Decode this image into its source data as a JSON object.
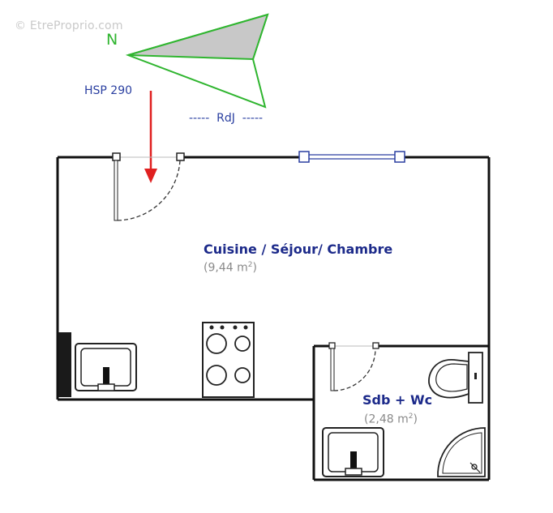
{
  "watermark": "© EtreProprio.com",
  "compass": {
    "label": "N",
    "color": "#2fb52f"
  },
  "ceiling_height": "HSP 290",
  "level_label": "-----  RdJ  -----",
  "rooms": [
    {
      "name": "Cuisine / Séjour/ Chambre",
      "area": "(9,44 m",
      "area_unit_sup": "2",
      "area_close": ")"
    },
    {
      "name": "Sdb + Wc",
      "area": "(2,48 m",
      "area_unit_sup": "2",
      "area_close": ")"
    }
  ],
  "colors": {
    "wall": "#111111",
    "arrow": "#e02020",
    "label_blue": "#2a3fa0",
    "room_name": "#1c2a8a",
    "area_grey": "#8a8a8a"
  },
  "icons": [
    "compass-arrow-icon",
    "entrance-arrow-icon",
    "door-icon",
    "window-icon",
    "sink-icon",
    "cooktop-icon",
    "toilet-icon",
    "shower-icon",
    "radiator-icon"
  ]
}
